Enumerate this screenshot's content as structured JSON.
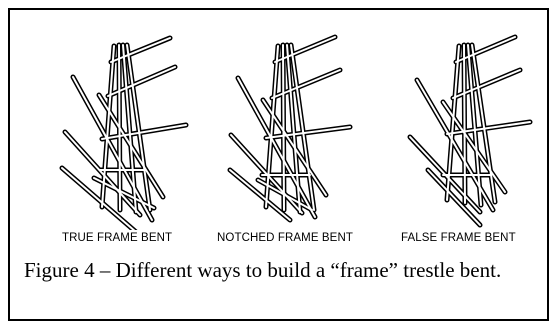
{
  "figure": {
    "labels": {
      "true_frame": "TRUE FRAME BENT",
      "notched_frame": "NOTCHED FRAME BENT",
      "false_frame": "FALSE FRAME BENT"
    },
    "caption": "Figure 4 – Different ways to build a “frame” trestle bent."
  }
}
